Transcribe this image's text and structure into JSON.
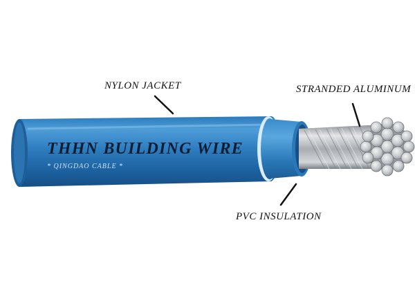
{
  "labels": {
    "jacket": "NYLON JACKET",
    "aluminum": "STRANDED ALUMINUM",
    "insulation": "PVC INSULATION"
  },
  "print": {
    "title": "THHN BUILDING WIRE",
    "subtitle": "* QINGDAO CABLE *"
  },
  "colors": {
    "jacket": "#1f6fb0",
    "jacket_light": "#4b9ad6",
    "insulation": "#2c7fc0",
    "aluminum": "#b9bcc0",
    "background": "#ffffff"
  }
}
